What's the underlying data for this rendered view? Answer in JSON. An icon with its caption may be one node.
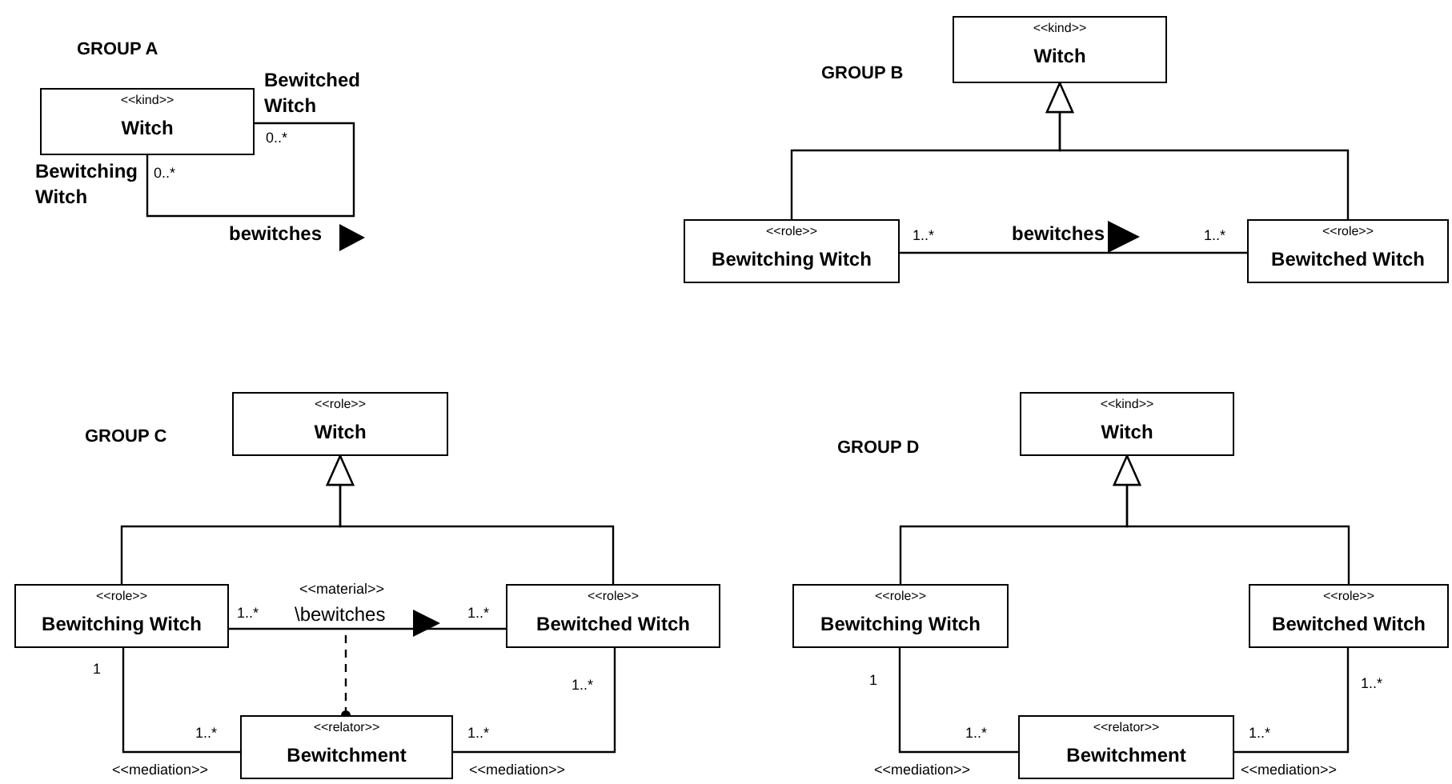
{
  "diagram": {
    "nodes": [
      {
        "text": [
          "<<kind>>",
          "Witch"
        ]
      },
      {
        "text": [
          "<<kind>>",
          "Witch"
        ]
      },
      {
        "text": [
          "<<role>>",
          "Bewitching Witch"
        ]
      },
      {
        "text": [
          "<<role>>",
          "Bewitched Witch"
        ]
      },
      {
        "text": [
          "<<role>>",
          "Witch"
        ]
      },
      {
        "text": [
          "<<role>>",
          "Bewitching Witch"
        ]
      },
      {
        "text": [
          "<<role>>",
          "Bewitched Witch"
        ]
      },
      {
        "text": [
          "<<relator>>",
          "Bewitchment"
        ]
      },
      {
        "text": [
          "<<kind>>",
          "Witch"
        ]
      },
      {
        "text": [
          "<<role>>",
          "Bewitching Witch"
        ]
      },
      {
        "text": [
          "<<role>>",
          "Bewitched Witch"
        ]
      },
      {
        "text": [
          "<<relator>>",
          "Bewitchment"
        ]
      }
    ],
    "edges": [
      {
        "from": 0,
        "to": 0,
        "arrow": "none",
        "label": "bewitches"
      },
      {
        "from": 2,
        "to": 1,
        "arrow": "to"
      },
      {
        "from": 3,
        "to": 1,
        "arrow": "to"
      },
      {
        "from": 2,
        "to": 3,
        "arrow": "none",
        "label": "bewitches"
      },
      {
        "from": 5,
        "to": 4,
        "arrow": "to"
      },
      {
        "from": 6,
        "to": 4,
        "arrow": "to"
      },
      {
        "from": 5,
        "to": 6,
        "arrow": "none",
        "label": "\\bewitches"
      },
      {
        "from": 7,
        "to": null,
        "arrow": "other",
        "style": "dashed"
      },
      {
        "from": 7,
        "to": 5,
        "arrow": "none",
        "label": "<<mediation>>"
      },
      {
        "from": 7,
        "to": 6,
        "arrow": "none",
        "label": "<<mediation>>"
      },
      {
        "from": 9,
        "to": 8,
        "arrow": "to"
      },
      {
        "from": 10,
        "to": 8,
        "arrow": "to"
      },
      {
        "from": 11,
        "to": 9,
        "arrow": "none",
        "label": "<<mediation>>"
      },
      {
        "from": 11,
        "to": 10,
        "arrow": "none",
        "label": "<<mediation>>"
      }
    ],
    "labels": [
      "GROUP A",
      "Bewitched Witch",
      "0..*",
      "Bewitching Witch",
      "0..*",
      "GROUP B",
      "1..*",
      "1..*",
      "GROUP C",
      "<<material>>",
      "1..*",
      "1..*",
      "1",
      "1..*",
      "1..*",
      "1..*",
      "GROUP D",
      "1",
      "1..*",
      "1..*",
      "1..*"
    ]
  }
}
